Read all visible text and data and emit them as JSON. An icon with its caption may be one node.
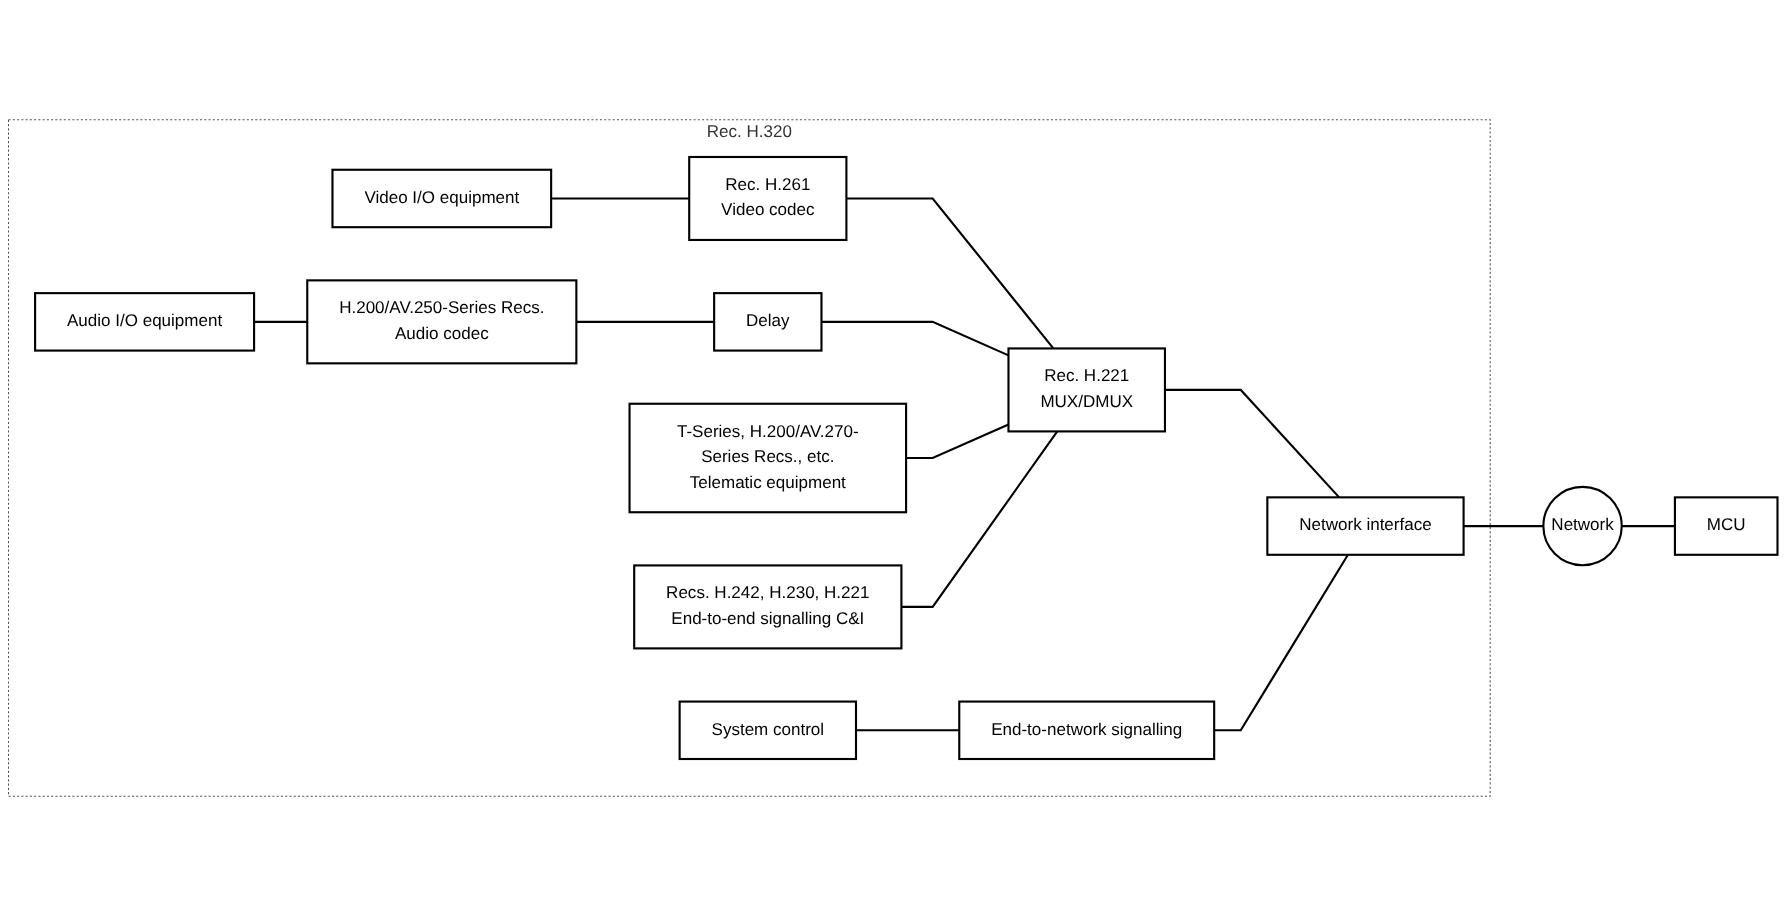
{
  "diagram": {
    "nodes": [
      {
        "text": [
          "Rec. H.320"
        ]
      },
      {
        "text": [
          "Video I/O equipment"
        ],
        "in": 0
      },
      {
        "text": [
          "Rec. H.261",
          "Video codec"
        ],
        "in": 0
      },
      {
        "text": [
          "Rec. H.221",
          "MUX/DMUX"
        ],
        "in": 0
      },
      {
        "text": [
          "Network interface"
        ],
        "in": 0
      },
      {
        "text": [
          "Audio I/O equipment"
        ],
        "in": 0
      },
      {
        "text": [
          "H.200/AV.250-Series Recs.",
          "Audio codec"
        ],
        "in": 0
      },
      {
        "text": [
          "Delay"
        ],
        "in": 0
      },
      {
        "text": [
          "T-Series, H.200/AV.270-Series Recs., etc.",
          "Telematic equipment"
        ],
        "in": 0
      },
      {
        "text": [
          "Recs. H.242, H.230, H.221",
          "End-to-end signalling C&I"
        ],
        "in": 0
      },
      {
        "text": [
          "System control"
        ],
        "in": 0
      },
      {
        "text": [
          "End-to-network signalling"
        ],
        "in": 0
      },
      {
        "text": [
          "Network"
        ]
      },
      {
        "text": [
          "MCU"
        ]
      }
    ],
    "edges": [
      {
        "from": 1,
        "to": 2,
        "arrow": "none"
      },
      {
        "from": 2,
        "to": 3,
        "arrow": "none"
      },
      {
        "from": 5,
        "to": 6,
        "arrow": "none"
      },
      {
        "from": 6,
        "to": 7,
        "arrow": "none"
      },
      {
        "from": 7,
        "to": 3,
        "arrow": "none"
      },
      {
        "from": 8,
        "to": 3,
        "arrow": "none"
      },
      {
        "from": 9,
        "to": 3,
        "arrow": "none"
      },
      {
        "from": 3,
        "to": 4,
        "arrow": "none"
      },
      {
        "from": 10,
        "to": 11,
        "arrow": "none"
      },
      {
        "from": 11,
        "to": 4,
        "arrow": "none"
      },
      {
        "from": 4,
        "to": 12,
        "arrow": "none"
      },
      {
        "from": 12,
        "to": 13,
        "arrow": "none"
      }
    ]
  }
}
